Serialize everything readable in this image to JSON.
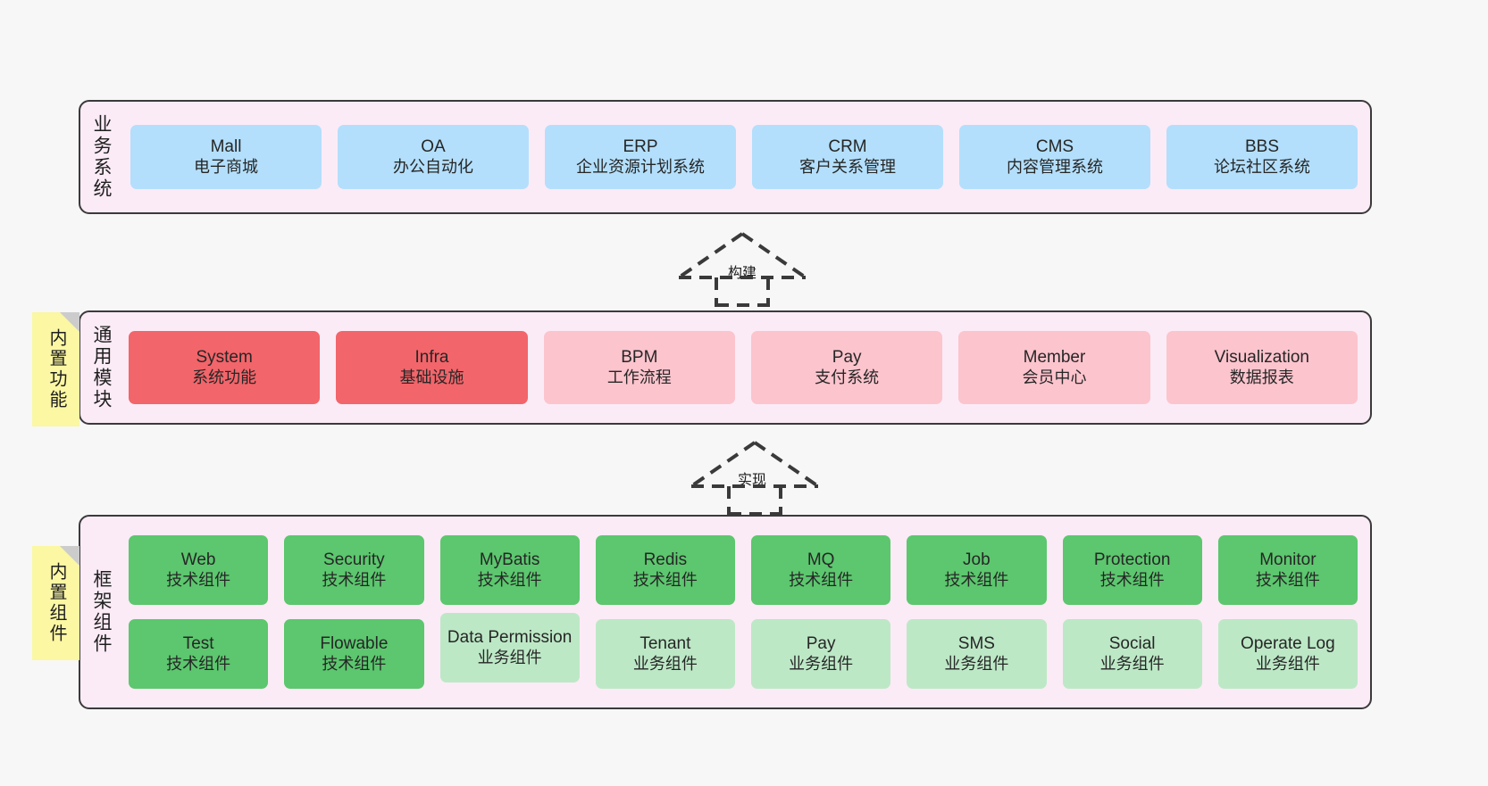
{
  "diagram": {
    "title_semantic": "ruoyi-vue-pro-architecture",
    "background_color": "#f7f7f7",
    "container_fill": "#fbebf6",
    "container_border": "#3a3a3a"
  },
  "layers": [
    {
      "id": "business",
      "title": "业务系统",
      "card_color": "#b3dffc",
      "rows": [
        {
          "cards": [
            {
              "name": "Mall",
              "desc": "电子商城",
              "color": "#b3dffc"
            },
            {
              "name": "OA",
              "desc": "办公自动化",
              "color": "#b3dffc"
            },
            {
              "name": "ERP",
              "desc": "企业资源计划系统",
              "color": "#b3dffc"
            },
            {
              "name": "CRM",
              "desc": "客户关系管理",
              "color": "#b3dffc"
            },
            {
              "name": "CMS",
              "desc": "内容管理系统",
              "color": "#b3dffc"
            },
            {
              "name": "BBS",
              "desc": "论坛社区系统",
              "color": "#b3dffc"
            }
          ]
        }
      ]
    },
    {
      "id": "modules",
      "title": "通用模块",
      "sticky": "内置功能",
      "rows": [
        {
          "cards": [
            {
              "name": "System",
              "desc": "系统功能",
              "color": "#f2656a"
            },
            {
              "name": "Infra",
              "desc": "基础设施",
              "color": "#f2656a"
            },
            {
              "name": "BPM",
              "desc": "工作流程",
              "color": "#fcc4cd"
            },
            {
              "name": "Pay",
              "desc": "支付系统",
              "color": "#fcc4cd"
            },
            {
              "name": "Member",
              "desc": "会员中心",
              "color": "#fcc4cd"
            },
            {
              "name": "Visualization",
              "desc": "数据报表",
              "color": "#fcc4cd"
            }
          ]
        }
      ]
    },
    {
      "id": "framework",
      "title": "框架组件",
      "sticky": "内置组件",
      "rows": [
        {
          "cards": [
            {
              "name": "Web",
              "desc": "技术组件",
              "color": "#5cc76e"
            },
            {
              "name": "Security",
              "desc": "技术组件",
              "color": "#5cc76e"
            },
            {
              "name": "MyBatis",
              "desc": "技术组件",
              "color": "#5cc76e"
            },
            {
              "name": "Redis",
              "desc": "技术组件",
              "color": "#5cc76e"
            },
            {
              "name": "MQ",
              "desc": "技术组件",
              "color": "#5cc76e"
            },
            {
              "name": "Job",
              "desc": "技术组件",
              "color": "#5cc76e"
            },
            {
              "name": "Protection",
              "desc": "技术组件",
              "color": "#5cc76e"
            },
            {
              "name": "Monitor",
              "desc": "技术组件",
              "color": "#5cc76e"
            }
          ]
        },
        {
          "cards": [
            {
              "name": "Test",
              "desc": "技术组件",
              "color": "#5cc76e"
            },
            {
              "name": "Flowable",
              "desc": "技术组件",
              "color": "#5cc76e"
            },
            {
              "name": "Data Permission",
              "desc": "业务组件",
              "color": "#bde8c6",
              "tall": true
            },
            {
              "name": "Tenant",
              "desc": "业务组件",
              "color": "#bde8c6"
            },
            {
              "name": "Pay",
              "desc": "业务组件",
              "color": "#bde8c6"
            },
            {
              "name": "SMS",
              "desc": "业务组件",
              "color": "#bde8c6"
            },
            {
              "name": "Social",
              "desc": "业务组件",
              "color": "#bde8c6"
            },
            {
              "name": "Operate Log",
              "desc": "业务组件",
              "color": "#bde8c6"
            }
          ]
        }
      ]
    }
  ],
  "connectors": [
    {
      "id": "build",
      "label": "构建",
      "style": "dashed-hollow-triangle",
      "direction": "up"
    },
    {
      "id": "impl",
      "label": "实现",
      "style": "dashed-hollow-triangle",
      "direction": "up"
    }
  ]
}
